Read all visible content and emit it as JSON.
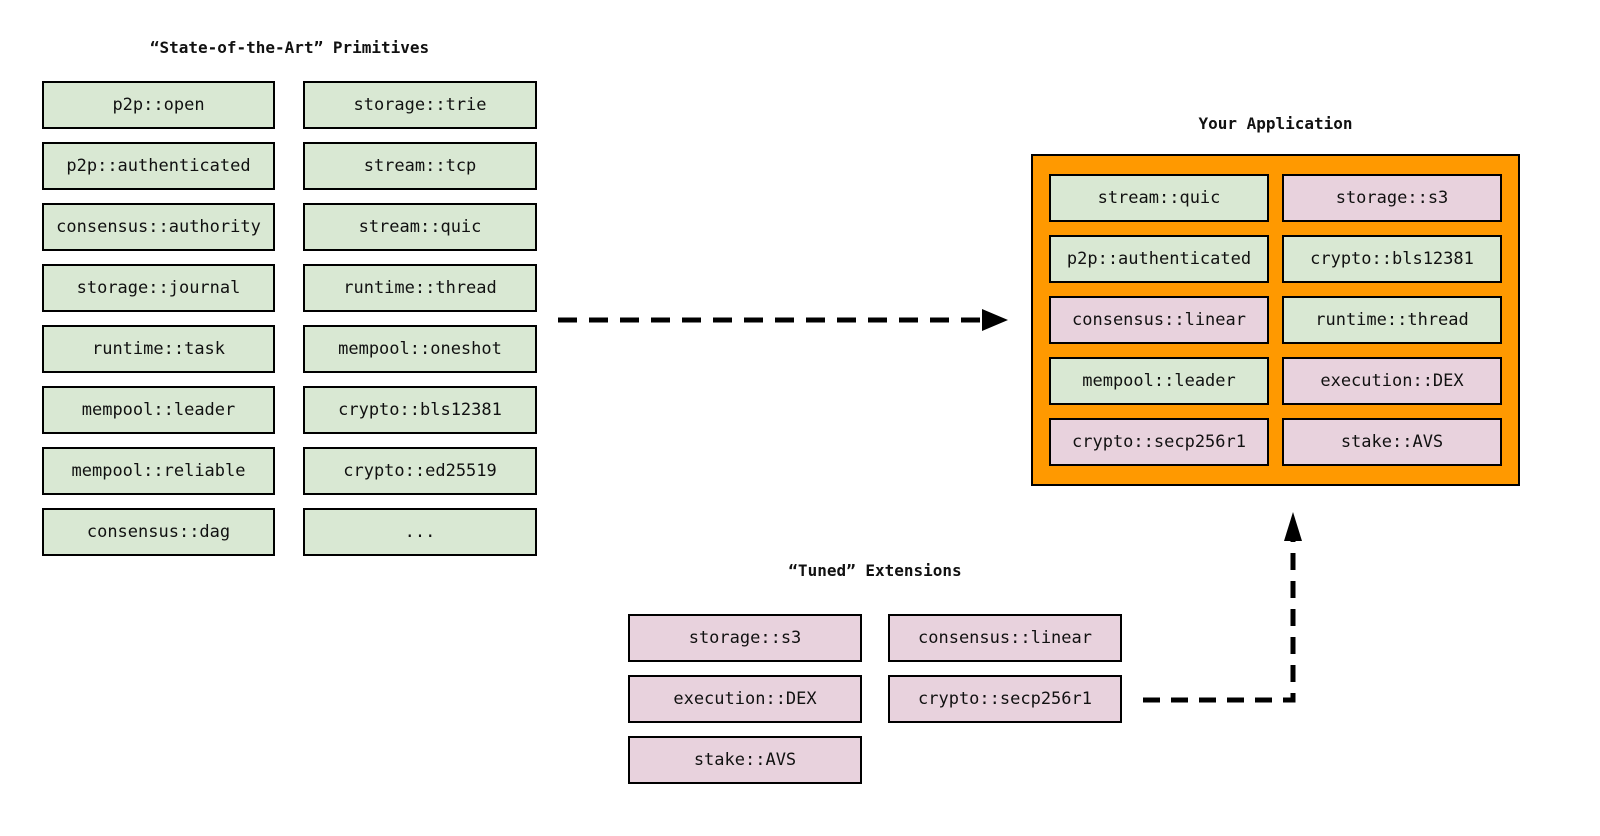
{
  "colors": {
    "green": "#d9e8d3",
    "pink": "#e8d2dd",
    "orange": "#ff9900",
    "border": "#000000",
    "arrow": "#000000"
  },
  "primitives": {
    "title": "“State-of-the-Art” Primitives",
    "column1": [
      "p2p::open",
      "p2p::authenticated",
      "consensus::authority",
      "storage::journal",
      "runtime::task",
      "mempool::leader",
      "mempool::reliable",
      "consensus::dag"
    ],
    "column2": [
      "storage::trie",
      "stream::tcp",
      "stream::quic",
      "runtime::thread",
      "mempool::oneshot",
      "crypto::bls12381",
      "crypto::ed25519",
      "..."
    ]
  },
  "application": {
    "title": "Your Application",
    "column1": [
      {
        "label": "stream::quic",
        "variant": "green"
      },
      {
        "label": "p2p::authenticated",
        "variant": "green"
      },
      {
        "label": "consensus::linear",
        "variant": "pink"
      },
      {
        "label": "mempool::leader",
        "variant": "green"
      },
      {
        "label": "crypto::secp256r1",
        "variant": "pink"
      }
    ],
    "column2": [
      {
        "label": "storage::s3",
        "variant": "pink"
      },
      {
        "label": "crypto::bls12381",
        "variant": "green"
      },
      {
        "label": "runtime::thread",
        "variant": "green"
      },
      {
        "label": "execution::DEX",
        "variant": "pink"
      },
      {
        "label": "stake::AVS",
        "variant": "pink"
      }
    ]
  },
  "extensions": {
    "title": "“Tuned” Extensions",
    "column1": [
      "storage::s3",
      "execution::DEX",
      "stake::AVS"
    ],
    "column2": [
      "consensus::linear",
      "crypto::secp256r1"
    ]
  }
}
